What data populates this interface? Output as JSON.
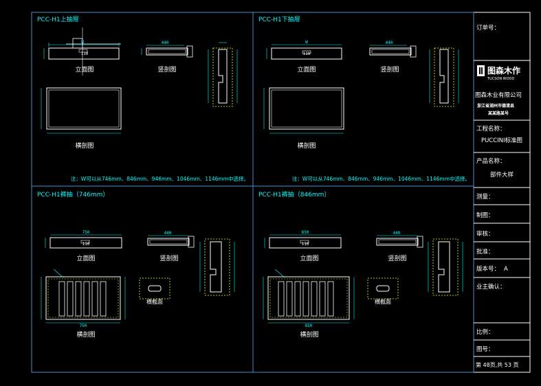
{
  "colors": {
    "background": "#000000",
    "frame": "#ffffff",
    "panel_border": "#4a90c8",
    "title_text": "#00ffff",
    "drawing": "#ffffff",
    "dimension": "#00ffff",
    "hidden": "#ffff00",
    "note_text": "#00ffff"
  },
  "panels": [
    {
      "title": "PCC-H1上抽屉",
      "elevation_label": "立面图",
      "section_label": "竖剖图",
      "plan_label": "横剖图",
      "top_dim": "W",
      "center_dim": "110",
      "section_dim": "440",
      "note": "注：W可以从746mm、846mm、946mm、1046mm、1146mm中选择。"
    },
    {
      "title": "PCC-H1下抽屉",
      "elevation_label": "立面图",
      "section_label": "竖剖图",
      "plan_label": "横剖图",
      "top_dim": "W",
      "center_dim": "110",
      "section_dim": "440",
      "note": "注：W可以从746mm、846mm、946mm、1046mm、1146mm中选择。"
    },
    {
      "title": "PCC-H1裤抽（746mm）",
      "elevation_label": "立面图",
      "section_label": "竖剖图",
      "plan_label": "横剖图",
      "detail_label": "横截面",
      "top_dim": "750",
      "center_dim": "110",
      "section_dim": "440",
      "bottom_dim": "750"
    },
    {
      "title": "PCC-H1裤抽（846mm）",
      "elevation_label": "立面图",
      "section_label": "竖剖图",
      "plan_label": "横剖图",
      "detail_label": "横截面",
      "top_dim": "850",
      "center_dim": "110",
      "section_dim": "440",
      "bottom_dim": "850"
    }
  ],
  "title_block": {
    "order_no_label": "订单号：",
    "logo_cn": "图森木作",
    "logo_en": "TUCSON WOOD",
    "company": "图森木业有限公司",
    "address_line1": "浙江省湖州市德清县",
    "address_line2": "某某路某号",
    "project_label": "工程名称：",
    "project_value": "PUCCINI标准图",
    "product_label": "产品名称：",
    "product_value": "部件大样",
    "survey_label": "测量：",
    "draw_label": "制图：",
    "review_label": "审核：",
    "approve_label": "批准：",
    "version_label": "版本号：",
    "version_value": "A",
    "owner_label": "业主确认：",
    "scale_label": "比例：",
    "drawing_no_label": "图号：",
    "page_label": "第 48页,共 53 页"
  }
}
